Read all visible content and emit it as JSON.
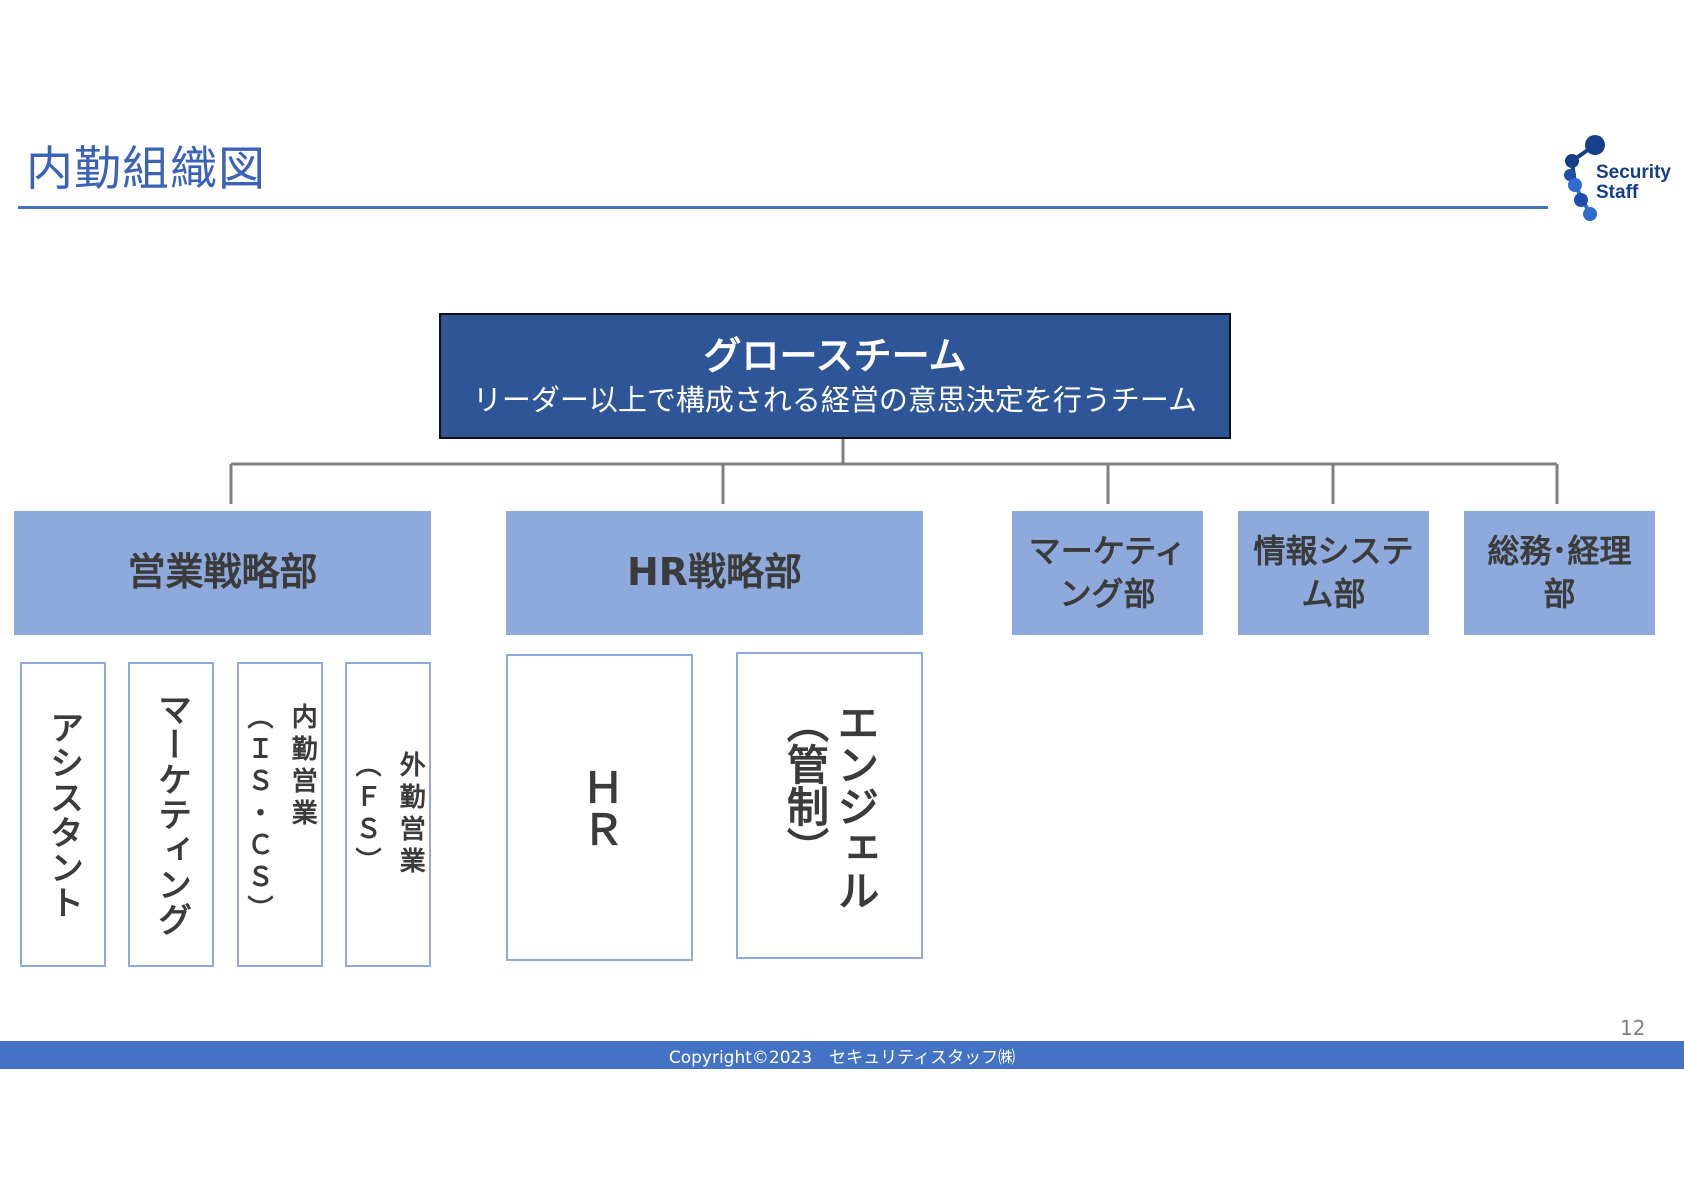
{
  "header": {
    "title": "内勤組織図",
    "logo_line1": "Security",
    "logo_line2": "Staff"
  },
  "colors": {
    "accent": "#4472c4",
    "top_box": "#2e5597",
    "dept_box": "#8eaadc",
    "connector": "#808080",
    "text_dark": "#3b3b3b"
  },
  "top": {
    "title": "グロースチーム",
    "subtitle": "リーダー以上で構成される経営の意思決定を行うチーム"
  },
  "departments": {
    "sales": "営業戦略部",
    "hr": "HR戦略部",
    "marketing": "マーケティング部",
    "infosys": "情報システム部",
    "admin": "総務･経理部"
  },
  "sales_units": {
    "assistant": "アシスタント",
    "marketing": "マーケティング",
    "inside_sales": "内勤営業\n（ＩＳ・ＣＳ）",
    "field_sales": "外勤営業\n（ＦＳ）"
  },
  "hr_units": {
    "hr": "ＨＲ",
    "angel": "エンジェル\n（管制）"
  },
  "footer": {
    "copyright": "Copyright©2023　セキュリティスタッフ㈱",
    "page_number": "12"
  }
}
